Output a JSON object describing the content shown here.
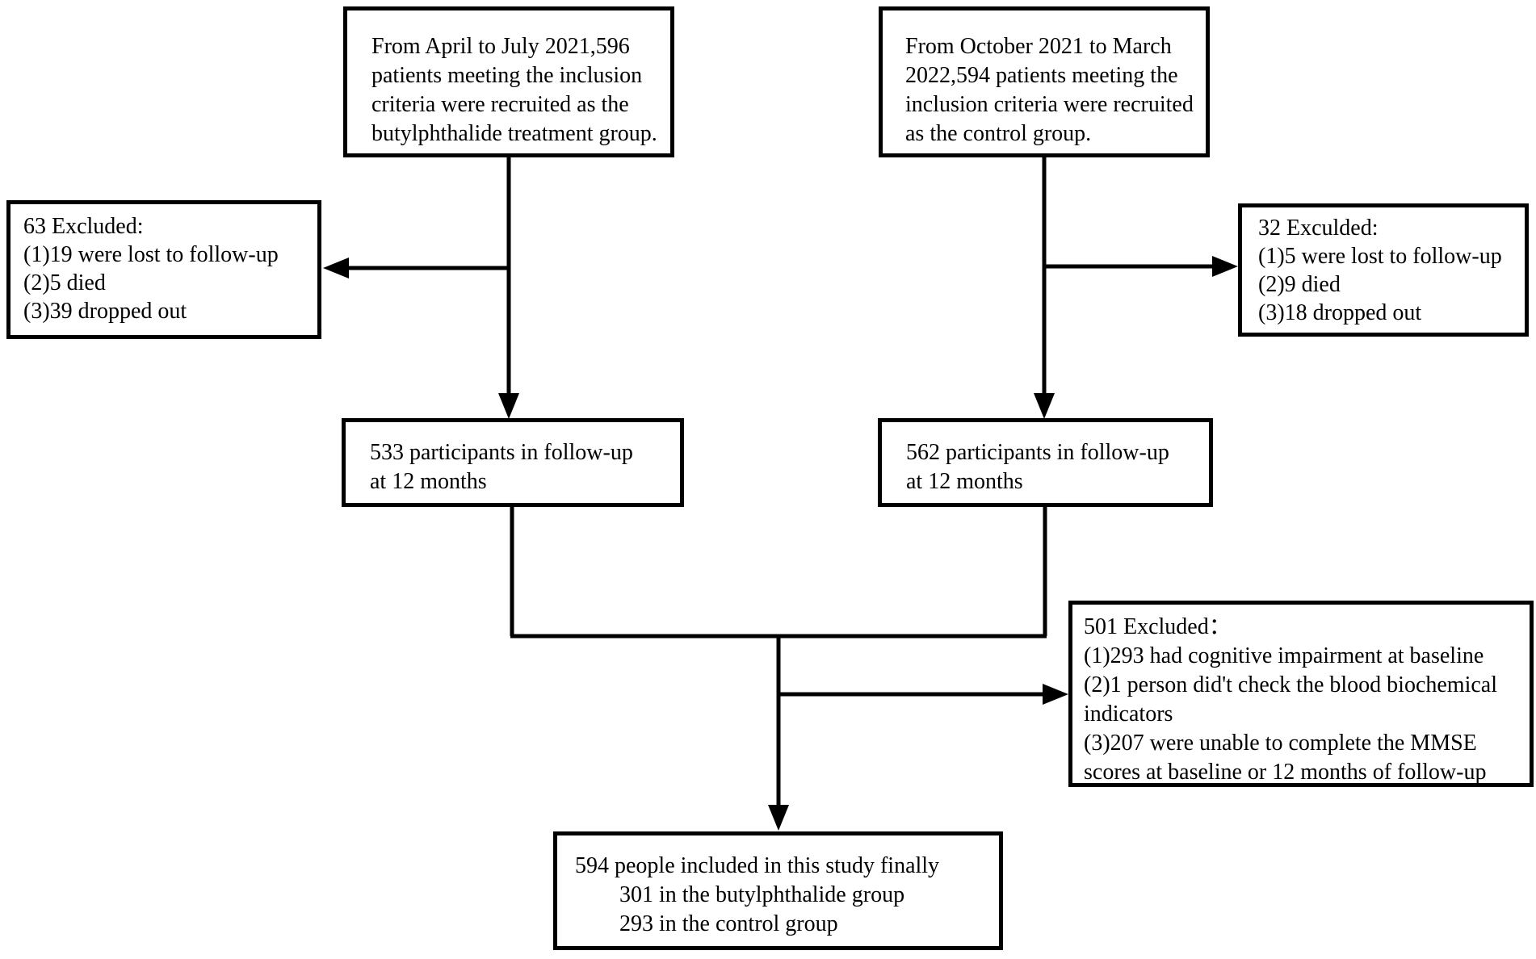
{
  "colors": {
    "background": "#ffffff",
    "line": "#000000",
    "text": "#000000"
  },
  "diagram": {
    "type": "flowchart",
    "boxes": {
      "treatment_recruit": {
        "lines": [
          "From April to July 2021,596",
          "patients meeting the inclusion",
          "criteria were recruited as the",
          "butylphthalide treatment group."
        ]
      },
      "control_recruit": {
        "lines": [
          "From October 2021 to March",
          "2022,594 patients meeting the",
          "inclusion criteria were recruited",
          "as the control group."
        ]
      },
      "excluded_treatment": {
        "lines": [
          "63 Excluded:",
          "(1)19 were lost to follow-up",
          "(2)5 died",
          "(3)39 dropped out"
        ]
      },
      "excluded_control": {
        "lines": [
          "32 Exculded:",
          "(1)5 were lost to follow-up",
          "(2)9 died",
          "(3)18 dropped out"
        ]
      },
      "followup_treatment": {
        "lines": [
          "533 participants in follow-up",
          "at 12 months"
        ]
      },
      "followup_control": {
        "lines": [
          "562 participants in follow-up",
          "at 12 months"
        ]
      },
      "excluded_final": {
        "lines": [
          "501 Excluded：",
          "(1)293 had cognitive impairment at baseline",
          "(2)1 person did't check the blood biochemical",
          "indicators",
          "(3)207 were unable to complete the MMSE",
          "scores at baseline or 12 months of follow-up"
        ]
      },
      "final_sample": {
        "lines": [
          "594 people included in this study finally",
          "301 in the butylphthalide group",
          "293 in the control group"
        ]
      }
    }
  }
}
